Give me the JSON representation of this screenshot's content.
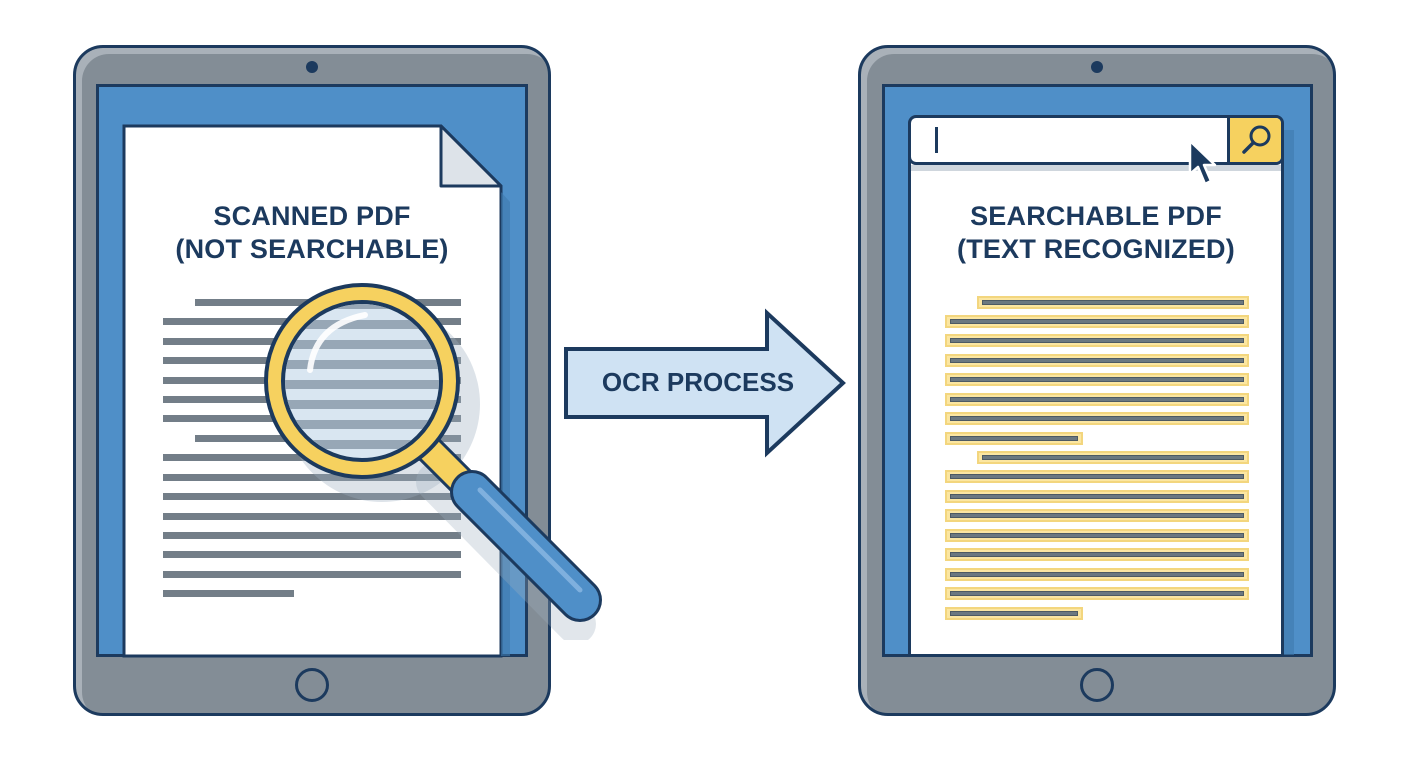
{
  "colors": {
    "navy_outline": "#1c3a5e",
    "tablet_gray": "#838d96",
    "screen_blue": "#4f8fc8",
    "text_line_gray": "#737e88",
    "highlight_yellow": "#fbe6a2",
    "magnifier_rim": "#f6d15f",
    "handle_blue": "#4f8fc8",
    "arrow_fill": "#cfe2f3"
  },
  "left_panel": {
    "title_line1": "SCANNED PDF",
    "title_line2": "(NOT SEARCHABLE)",
    "icons": [
      "tablet-icon",
      "folded-page-icon",
      "magnifying-glass-icon"
    ],
    "text_lines": 16
  },
  "arrow": {
    "label": "OCR PROCESS",
    "icon": "arrow-right-icon"
  },
  "right_panel": {
    "title_line1": "SEARCHABLE PDF",
    "title_line2": "(TEXT RECOGNIZED)",
    "search": {
      "value": "",
      "placeholder": "",
      "button_icon": "search-icon"
    },
    "cursor_icon": "mouse-pointer-icon",
    "text_lines": 17,
    "highlighted": true
  }
}
